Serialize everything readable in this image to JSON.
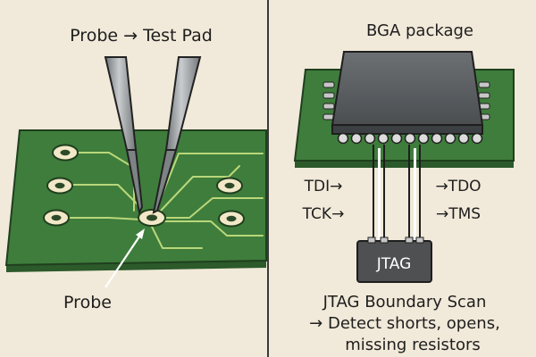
{
  "left_panel": {
    "title": "Probe → Test Pad",
    "probe_label": "Probe"
  },
  "right_panel": {
    "title": "BGA package",
    "signals": {
      "tdi": "TDI→",
      "tck": "TCK→",
      "tdo": "→TDO",
      "tms": "→TMS"
    },
    "connector_label": "JTAG",
    "caption_lines": [
      "JTAG Boundary Scan",
      "→ Detect shorts, opens,",
      "missing resistors"
    ]
  },
  "colors": {
    "background": "#f1e9d9",
    "pcb": "#3f7d3c",
    "pcb_edge": "#2c5a2a",
    "trace": "#b9d77a",
    "pad": "#f2e8c8",
    "chip": "#5f6366",
    "probe": "#8f9497",
    "connector": "#4e5052"
  }
}
